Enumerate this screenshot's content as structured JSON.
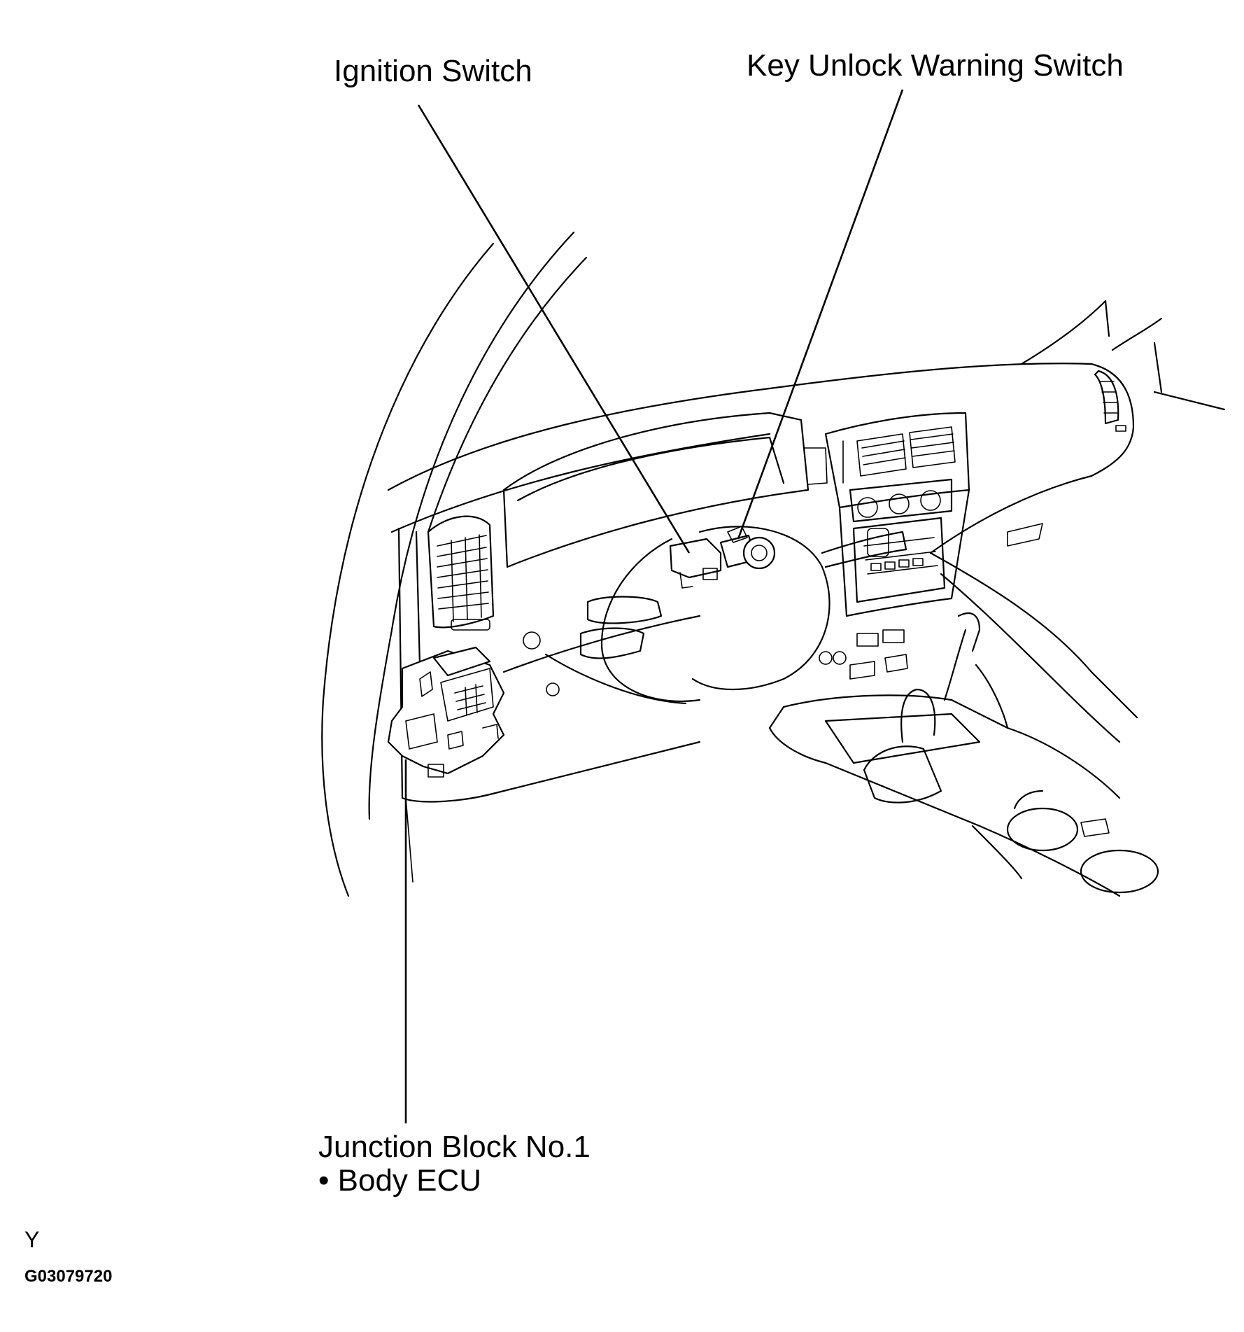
{
  "callouts": {
    "ignition_switch": "Ignition Switch",
    "key_unlock_warning_switch": "Key Unlock Warning Switch",
    "junction_block": "Junction Block No.1",
    "junction_block_sub": "• Body ECU"
  },
  "footer": {
    "view_letter": "Y",
    "figure_code": "G03079720"
  },
  "colors": {
    "line": "#000000",
    "background": "#ffffff"
  }
}
